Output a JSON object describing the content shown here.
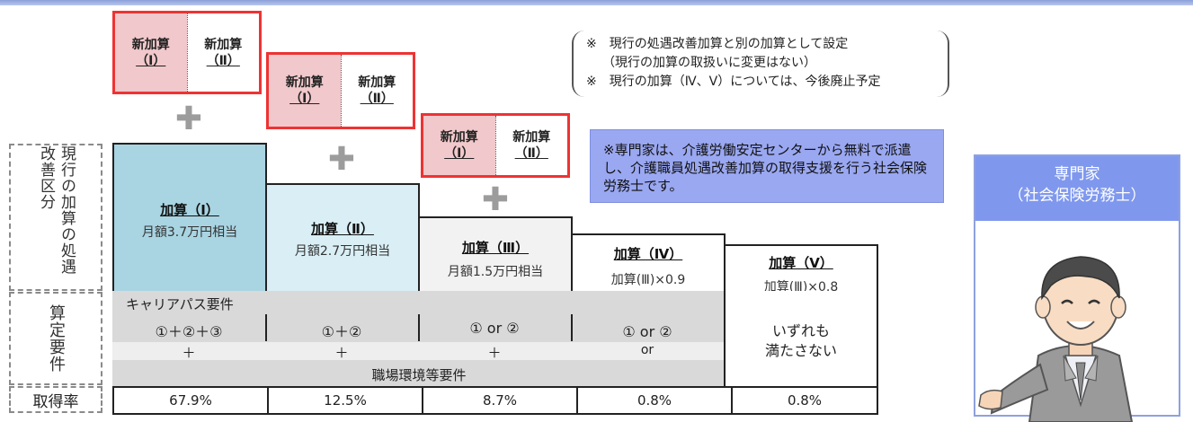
{
  "labels": {
    "current_category": "現行の加算の処遇改善区分",
    "calc_requirements": "算定要件",
    "acquisition_rate": "取得率"
  },
  "new_additions": [
    {
      "kasan": "新加算",
      "i_num": "（Ⅰ）",
      "ii_num": "（Ⅱ）"
    },
    {
      "kasan": "新加算",
      "i_num": "（Ⅰ）",
      "ii_num": "（Ⅱ）"
    },
    {
      "kasan": "新加算",
      "i_num": "（Ⅰ）",
      "ii_num": "（Ⅱ）"
    }
  ],
  "plus": "✚",
  "current_kasan": [
    {
      "name": "加算（Ⅰ）",
      "amount": "月額3.7万円相当"
    },
    {
      "name": "加算（Ⅱ）",
      "amount": "月額2.7万円相当"
    },
    {
      "name": "加算（Ⅲ）",
      "amount": "月額1.5万円相当"
    },
    {
      "name": "加算（Ⅳ）",
      "amount": "加算(Ⅲ)×0.9"
    },
    {
      "name": "加算（Ⅴ）",
      "amount": "加算(Ⅲ)×0.8"
    }
  ],
  "requirements": {
    "career_path": "キャリアパス要件",
    "cols": [
      {
        "combo": "①＋②＋③",
        "op": "＋"
      },
      {
        "combo": "①＋②",
        "op": "＋"
      },
      {
        "combo": "① or ②",
        "op": "＋"
      },
      {
        "combo": "① or ②",
        "op": "or"
      }
    ],
    "workplace": "職場環境等要件",
    "none": "いずれも\n満たさない"
  },
  "rates": [
    "67.9%",
    "12.5%",
    "8.7%",
    "0.8%",
    "0.8%"
  ],
  "notes": [
    "※　現行の処遇改善加算と別の加算として設定",
    "（現行の加算の取扱いに変更はない）",
    "※　現行の加算（Ⅳ、Ⅴ）については、今後廃止予定"
  ],
  "expert_note": "※専門家は、介護労働安定センターから無料で派遣し、介護職員処遇改善加算の取得支援を行う社会保険労務士です。",
  "expert": {
    "title_line1": "専門家",
    "title_line2": "（社会保険労務士）"
  },
  "colors": {
    "new_border": "#e33333",
    "new_fill": "#f1c8cb",
    "kasan1_fill": "#a9d4e2",
    "kasan2_fill": "#d9eef5",
    "gray_fill": "#d9d9d9",
    "accent": "#7f98ee"
  }
}
